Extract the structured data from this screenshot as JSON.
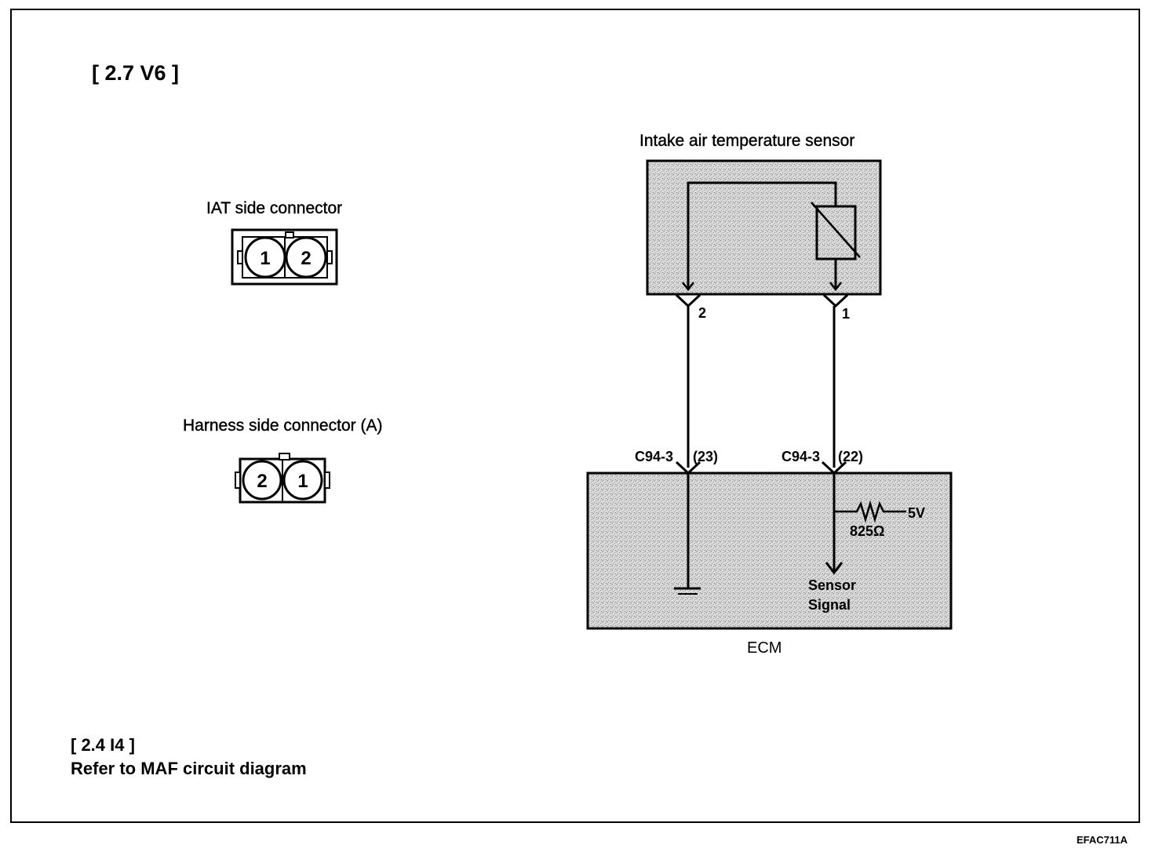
{
  "variant_title": "[ 2.7 V6 ]",
  "iat_side_connector": {
    "label": "IAT side connector",
    "pins": [
      "1",
      "2"
    ]
  },
  "harness_side_connector": {
    "label": "Harness side connector (A)",
    "pins": [
      "2",
      "1"
    ]
  },
  "sensor": {
    "title": "Intake air temperature sensor",
    "pin_left": "2",
    "pin_right": "1"
  },
  "ecm": {
    "label": "ECM",
    "left_connector": "C94-3",
    "left_pin": "(23)",
    "right_connector": "C94-3",
    "right_pin": "(22)",
    "voltage": "5V",
    "resistance": "825Ω",
    "signal_line1": "Sensor",
    "signal_line2": "Signal"
  },
  "note": {
    "variant": "[ 2.4 I4 ]",
    "text": "Refer to MAF circuit diagram"
  },
  "image_code": "EFAC711A",
  "colors": {
    "line": "#000000",
    "fill_pattern": "#c8c8c8",
    "background": "#ffffff"
  }
}
